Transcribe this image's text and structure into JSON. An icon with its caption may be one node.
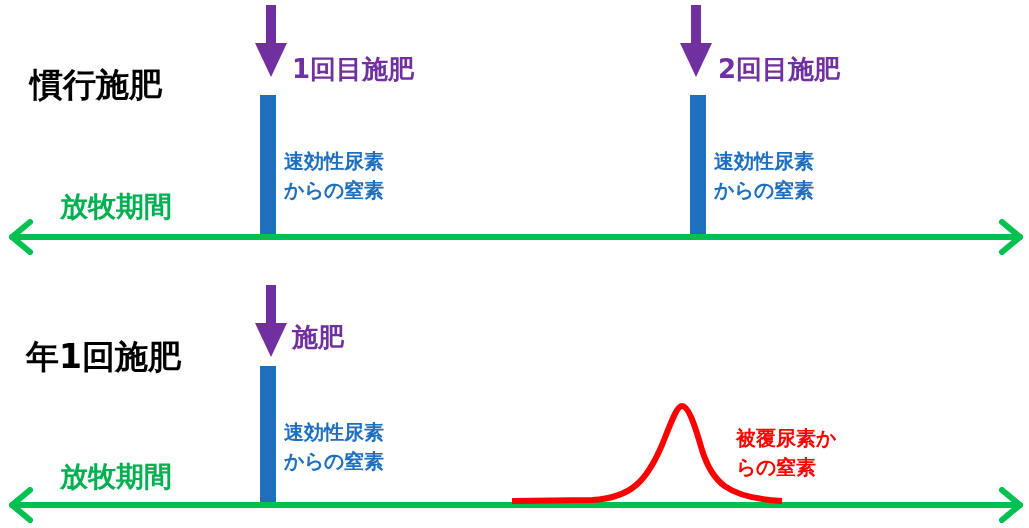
{
  "diagram": {
    "nodes": [
      {
        "text": [],
        "shape": "bar",
        "beside": [
          "速効性尿素からの窒素"
        ]
      },
      {
        "text": [],
        "shape": "bar",
        "beside": [
          "速効性尿素からの窒素"
        ]
      },
      {
        "text": [],
        "shape": "bar",
        "beside": [
          "速効性尿素からの窒素"
        ]
      }
    ],
    "edges": [],
    "labels": [
      "慣行施肥",
      "1回目施肥",
      "2回目施肥",
      "放牧期間",
      "年1回施肥",
      "施肥",
      "被覆尿素からの窒素",
      "放牧期間"
    ]
  }
}
